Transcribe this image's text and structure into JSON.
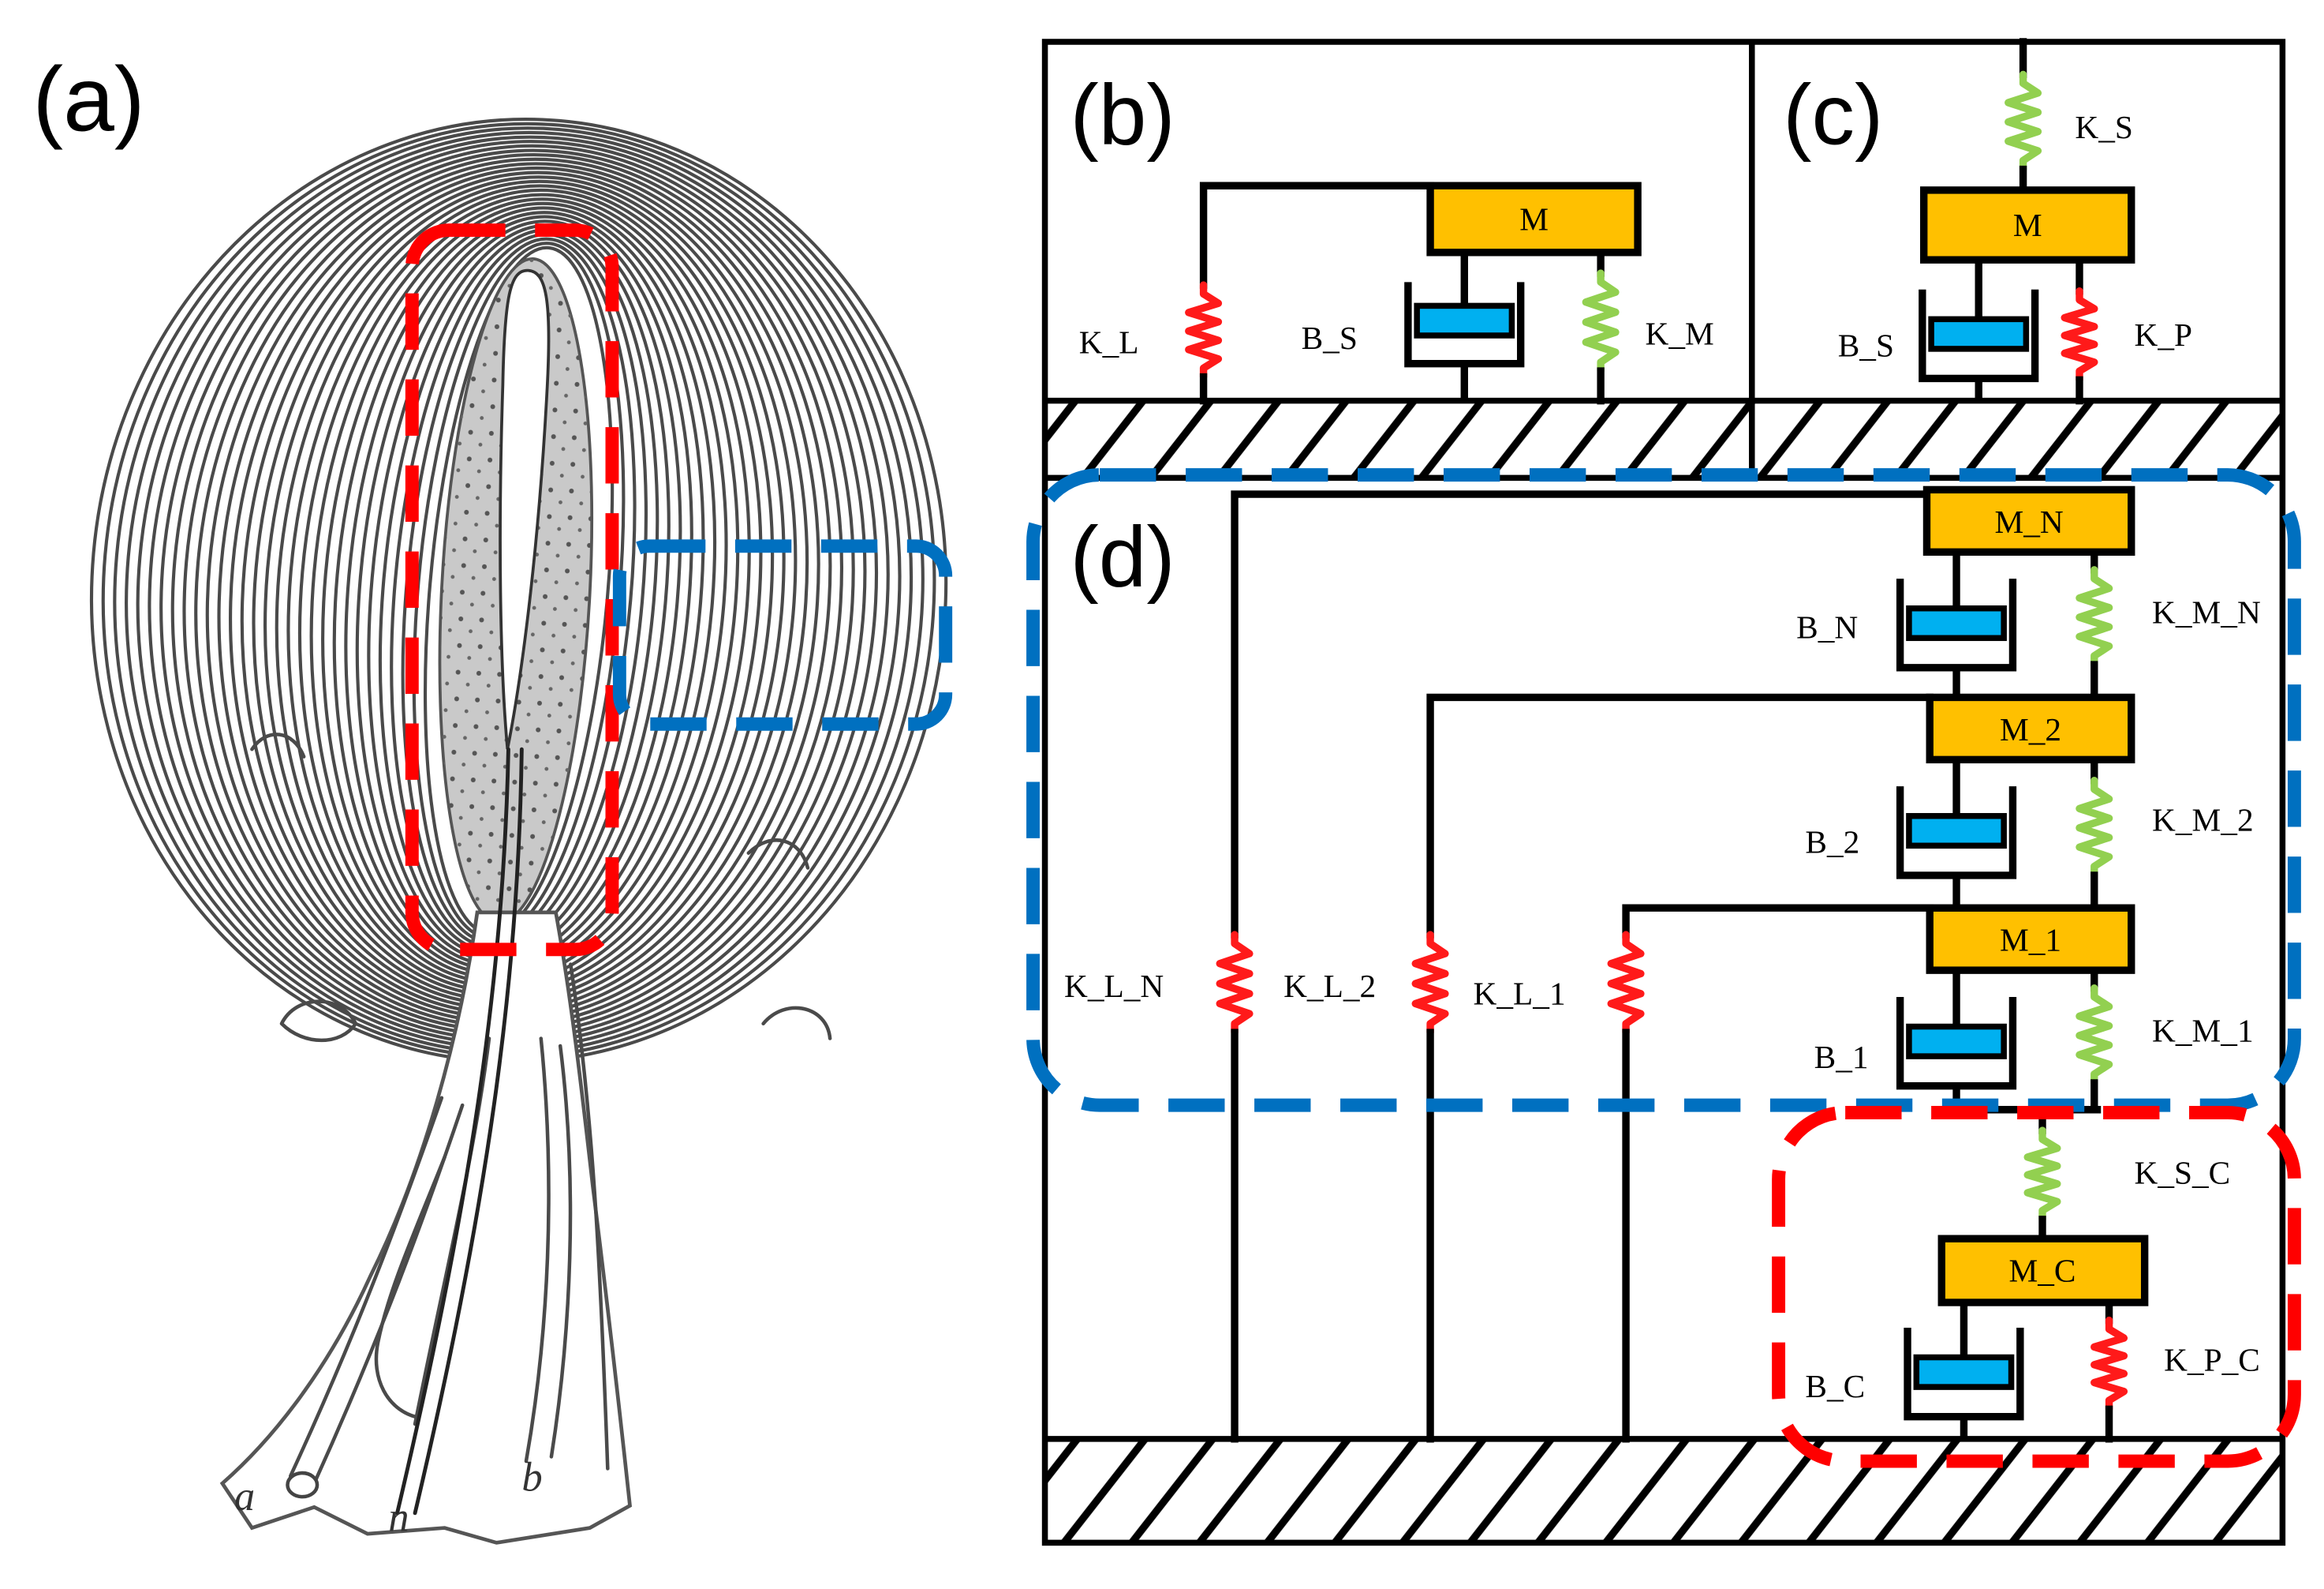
{
  "figure": {
    "panel_a": {
      "label": "(a)",
      "letter_a": "a",
      "letter_n": "n",
      "letter_b": "b"
    },
    "panel_b": {
      "label": "(b)",
      "mass": "M",
      "spring_left": "K_L",
      "damper": "B_S",
      "spring_right": "K_M"
    },
    "panel_c": {
      "label": "(c)",
      "spring_top": "K_S",
      "mass": "M",
      "damper": "B_S",
      "spring_right": "K_P"
    },
    "panel_d": {
      "label": "(d)",
      "masses": [
        "M_N",
        "M_2",
        "M_1"
      ],
      "dampers": [
        "B_N",
        "B_2",
        "B_1"
      ],
      "mass_springs": [
        "K_M_N",
        "K_M_2",
        "K_M_1"
      ],
      "layer_springs": [
        "K_L_N",
        "K_L_2",
        "K_L_1"
      ]
    },
    "capsule": {
      "spring_top": "K_S_C",
      "mass": "M_C",
      "damper": "B_C",
      "spring_right": "K_P_C"
    }
  },
  "colors": {
    "mass_fill": "#FFC000",
    "damper_fill": "#00B0F0",
    "spring_red": "#FF1A1A",
    "spring_green": "#92D050",
    "highlight_red": "#FF0000",
    "highlight_blue": "#0070C0",
    "line": "#000000",
    "drawing": "#4A4A4A"
  }
}
